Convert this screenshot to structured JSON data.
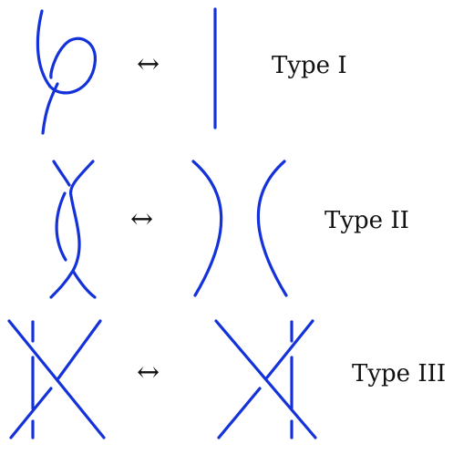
{
  "colors": {
    "strand": "#1432d9",
    "text": "#111111",
    "background": "#ffffff"
  },
  "rows": [
    {
      "label": "Type I",
      "arrow": "↔",
      "arrow_icon": "left-right-arrow-icon"
    },
    {
      "label": "Type II",
      "arrow": "↔",
      "arrow_icon": "left-right-arrow-icon"
    },
    {
      "label": "Type III",
      "arrow": "↔",
      "arrow_icon": "left-right-arrow-icon"
    }
  ]
}
